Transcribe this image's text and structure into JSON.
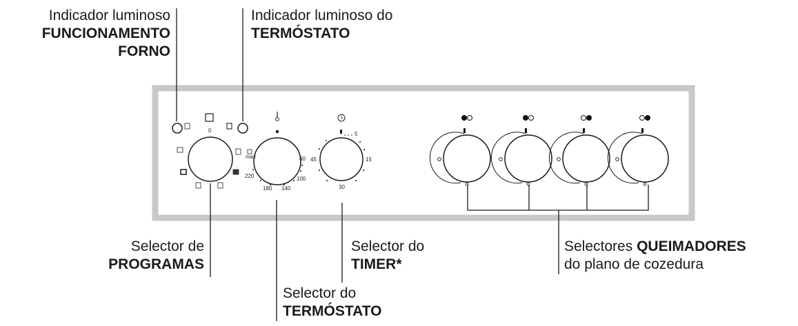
{
  "labels": {
    "oven_light": {
      "line1": "Indicador luminoso",
      "line2": "FUNCIONAMENTO",
      "line3": "FORNO"
    },
    "thermostat_light": {
      "line1": "Indicador luminoso do",
      "line2": "TERMÓSTATO"
    },
    "program_selector": {
      "line1": "Selector de",
      "line2": "PROGRAMAS"
    },
    "thermostat_selector": {
      "line1": "Selector do",
      "line2": "TERMÓSTATO"
    },
    "timer_selector": {
      "line1": "Selector do",
      "line2": "TIMER*"
    },
    "burner_selectors": {
      "line1_prefix": "Selectores ",
      "line1_bold": "QUEIMADORES",
      "line2": "do plano de cozedura"
    }
  },
  "dial_marks": {
    "program": {
      "zero": "0"
    },
    "thermostat": {
      "max": "max",
      "t220": "220",
      "t180": "180",
      "t140": "140",
      "t100": "100",
      "t60": "60"
    },
    "timer": {
      "m5": "5",
      "m15": "15",
      "m30": "30",
      "m45": "45"
    }
  },
  "colors": {
    "panel_border": "#c8c8c8",
    "line": "#1a1a1a"
  }
}
